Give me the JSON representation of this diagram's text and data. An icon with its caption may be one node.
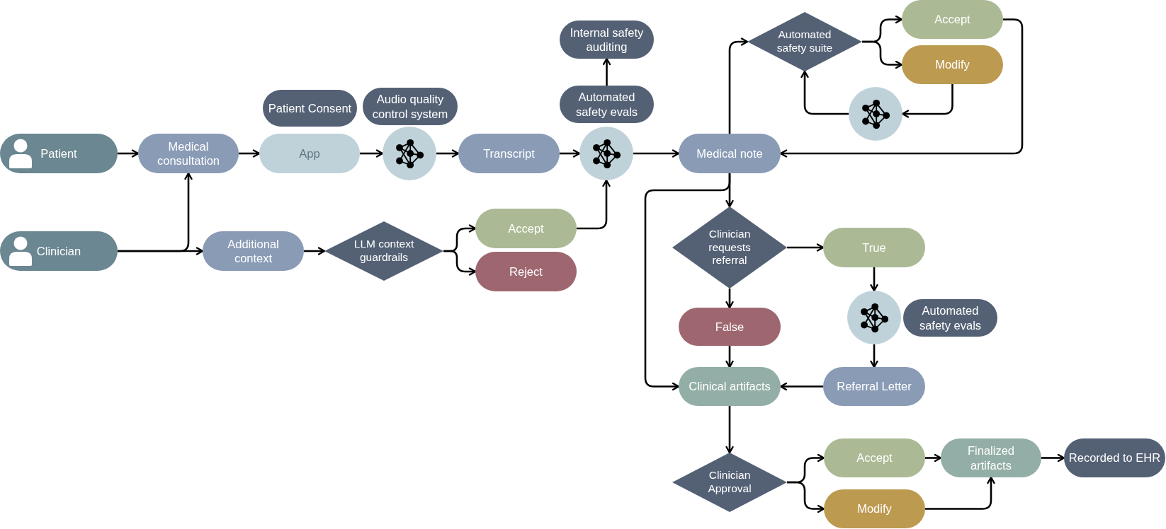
{
  "diagram": {
    "nodes": [
      {
        "text": [
          "Patient"
        ]
      },
      {
        "text": [
          "Clinician"
        ]
      },
      {
        "text": [
          "Medical consultation"
        ]
      },
      {
        "text": [
          "Patient Consent"
        ]
      },
      {
        "text": [
          "App"
        ]
      },
      {
        "text": [
          "Audio quality control system"
        ]
      },
      {
        "text": [],
        "shape": "circle"
      },
      {
        "text": [
          "Transcript"
        ]
      },
      {
        "text": [
          "Additional context"
        ]
      },
      {
        "text": [
          "LLM context guardrails"
        ]
      },
      {
        "text": [
          "Accept"
        ]
      },
      {
        "text": [
          "Reject"
        ]
      },
      {
        "text": [
          "Internal safety auditing"
        ]
      },
      {
        "text": [
          "Automated safety evals"
        ]
      },
      {
        "text": [],
        "shape": "circle"
      },
      {
        "text": [
          "Medical note"
        ]
      },
      {
        "text": [
          "Automated safety suite"
        ]
      },
      {
        "text": [
          "Accept"
        ]
      },
      {
        "text": [
          "Modify"
        ]
      },
      {
        "text": [],
        "shape": "circle"
      },
      {
        "text": [
          "Clinician requests referral"
        ]
      },
      {
        "text": [
          "True"
        ]
      },
      {
        "text": [
          "False"
        ]
      },
      {
        "text": [],
        "shape": "circle"
      },
      {
        "text": [
          "Automated safety evals"
        ]
      },
      {
        "text": [
          "Clinical artifacts"
        ]
      },
      {
        "text": [
          "Referral Letter"
        ]
      },
      {
        "text": [
          "Clinician Approval"
        ]
      },
      {
        "text": [
          "Accept"
        ]
      },
      {
        "text": [
          "Modify"
        ]
      },
      {
        "text": [
          "Finalized artifacts"
        ]
      },
      {
        "text": [
          "Recorded to EHR"
        ]
      }
    ],
    "edges": [
      {
        "from": 0,
        "to": 2,
        "arrow": "to"
      },
      {
        "from": 1,
        "to": 2,
        "arrow": "to"
      },
      {
        "from": 1,
        "to": 8,
        "arrow": "to"
      },
      {
        "from": 2,
        "to": 4,
        "arrow": "to"
      },
      {
        "from": 4,
        "to": 6,
        "arrow": "to"
      },
      {
        "from": 6,
        "to": 7,
        "arrow": "to"
      },
      {
        "from": 7,
        "to": 14,
        "arrow": "to"
      },
      {
        "from": 8,
        "to": 9,
        "arrow": "to"
      },
      {
        "from": 9,
        "to": 10,
        "arrow": "to"
      },
      {
        "from": 9,
        "to": 11,
        "arrow": "to"
      },
      {
        "from": 10,
        "to": 14,
        "arrow": "to"
      },
      {
        "from": 13,
        "to": 12,
        "arrow": "to"
      },
      {
        "from": 14,
        "to": 15,
        "arrow": "to"
      },
      {
        "from": 15,
        "to": 16,
        "arrow": "to"
      },
      {
        "from": 16,
        "to": 17,
        "arrow": "to"
      },
      {
        "from": 16,
        "to": 18,
        "arrow": "to"
      },
      {
        "from": 17,
        "to": 15,
        "arrow": "to"
      },
      {
        "from": 18,
        "to": 19,
        "arrow": "to"
      },
      {
        "from": 19,
        "to": 16,
        "arrow": "to"
      },
      {
        "from": 15,
        "to": 20,
        "arrow": "to"
      },
      {
        "from": 15,
        "to": 25,
        "arrow": "to"
      },
      {
        "from": 20,
        "to": 21,
        "arrow": "to"
      },
      {
        "from": 20,
        "to": 22,
        "arrow": "to"
      },
      {
        "from": 21,
        "to": 23,
        "arrow": "to"
      },
      {
        "from": 23,
        "to": 26,
        "arrow": "to"
      },
      {
        "from": 22,
        "to": 25,
        "arrow": "to"
      },
      {
        "from": 26,
        "to": 25,
        "arrow": "to"
      },
      {
        "from": 25,
        "to": 27,
        "arrow": "to"
      },
      {
        "from": 27,
        "to": 28,
        "arrow": "to"
      },
      {
        "from": 27,
        "to": 29,
        "arrow": "to"
      },
      {
        "from": 28,
        "to": 30,
        "arrow": "to"
      },
      {
        "from": 29,
        "to": 30,
        "arrow": "to"
      },
      {
        "from": 30,
        "to": 31,
        "arrow": "to"
      }
    ]
  }
}
